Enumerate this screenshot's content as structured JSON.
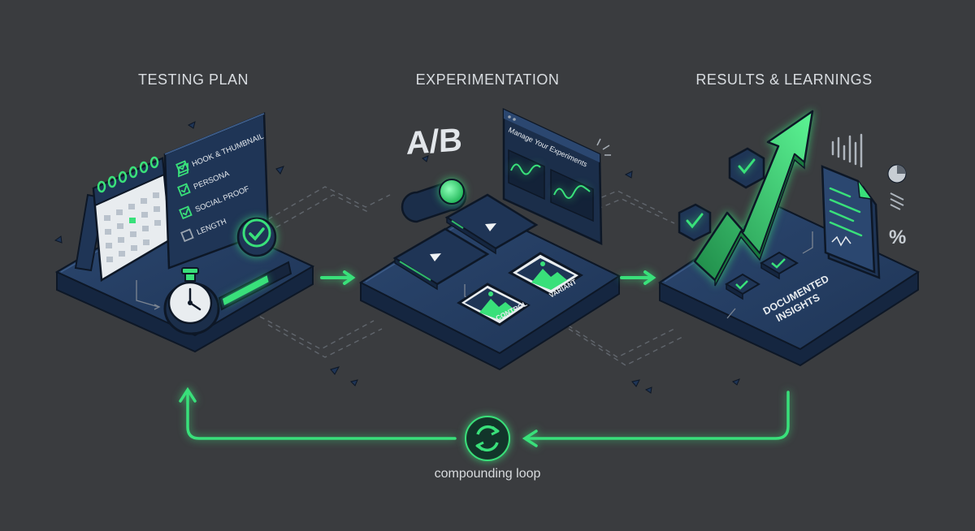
{
  "stages": [
    {
      "title": "TESTING PLAN"
    },
    {
      "title": "EXPERIMENTATION"
    },
    {
      "title": "RESULTS & LEARNINGS"
    }
  ],
  "testing_plan": {
    "checklist": [
      "HOOK & THUMBNAIL",
      "PERSONA",
      "SOCIAL PROOF",
      "LENGTH"
    ],
    "progress": 0.7
  },
  "experimentation": {
    "ab_label": "A/B",
    "dashboard_title": "Manage Your Experiments",
    "control_label": "CONTROL",
    "variant_label": "VARIANT"
  },
  "results": {
    "insights_label_line1": "DOCUMENTED",
    "insights_label_line2": "INSIGHTS",
    "percent_symbol": "%"
  },
  "loop": {
    "label": "compounding loop"
  },
  "colors": {
    "background": "#3a3c3f",
    "platform": "#243a5c",
    "platform_edge": "#152640",
    "accent_green": "#39e07a",
    "outline": "#0d1726"
  },
  "icons": [
    "calendar-icon",
    "checklist-icon",
    "stopwatch-icon",
    "check-badge-icon",
    "toggle-switch-icon",
    "play-card-icon",
    "image-card-icon",
    "line-chart-icon",
    "trend-arrow-icon",
    "document-icon",
    "bar-chart-icon",
    "pie-chart-icon",
    "percent-icon",
    "refresh-loop-icon"
  ]
}
